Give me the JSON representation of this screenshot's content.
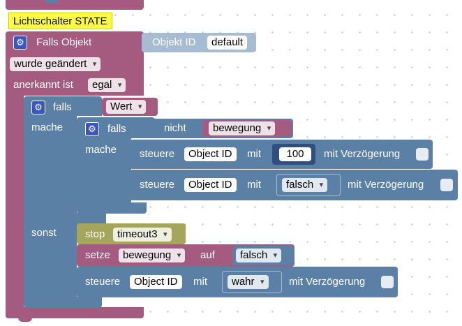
{
  "colors": {
    "trigger": "#a55b80",
    "logic": "#5b80a5",
    "timeout": "#a5a55b",
    "comment": "#ffff3d"
  },
  "comment": "Lichtschalter STATE",
  "trigger": {
    "label": "Falls Objekt",
    "object_id_label": "Objekt ID",
    "object_id_value": "default",
    "event_dropdown": "wurde geändert",
    "ack_label": "anerkannt ist",
    "ack_dropdown": "egal"
  },
  "if_block": {
    "label": "falls",
    "do_label": "mache",
    "else_label": "sonst",
    "condition_var": "Wert"
  },
  "inner_if": {
    "label": "falls",
    "do_label": "mache",
    "not_label": "nicht",
    "condition_var": "bewegung"
  },
  "control1": {
    "label": "steuere",
    "object_id": "Object ID",
    "with_label": "mit",
    "value": "100",
    "delay_label": "mit Verzögerung"
  },
  "control2": {
    "label": "steuere",
    "object_id": "Object ID",
    "with_label": "mit",
    "value": "falsch",
    "delay_label": "mit Verzögerung"
  },
  "stop_block": {
    "label": "stop",
    "timeout": "timeout3"
  },
  "set_block": {
    "label": "setze",
    "variable": "bewegung",
    "to_label": "auf",
    "value": "falsch"
  },
  "control3": {
    "label": "steuere",
    "object_id": "Object ID",
    "with_label": "mit",
    "value": "wahr",
    "delay_label": "mit Verzögerung"
  }
}
